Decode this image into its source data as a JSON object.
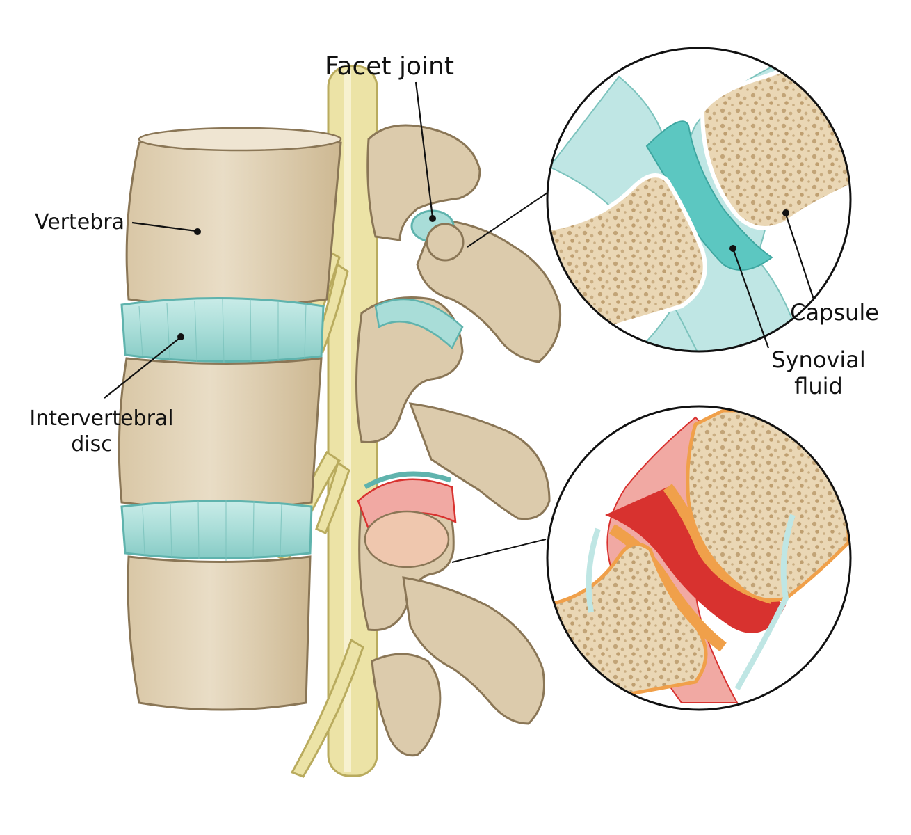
{
  "labels": {
    "facet_joint": "Facet joint",
    "vertebra": "Vertebra",
    "disc_line1": "Intervertebral",
    "disc_line2": "disc",
    "capsule": "Capsule",
    "synovial_line1": "Synovial",
    "synovial_line2": "fluid"
  },
  "colors": {
    "bone": "#e4d6bd",
    "bone_shadow": "#c9b694",
    "bone_outline": "#8a7656",
    "disc": "#a9ddd8",
    "disc_outline": "#5fb3ad",
    "nerve": "#ece3a6",
    "nerve_outline": "#b9ab5e",
    "synovial_fluid": "#5cc7c1",
    "capsule": "#bfe6e4",
    "spongy_bone": "#ead7b5",
    "pore": "#c2a477",
    "inflamed_red": "#d8322f",
    "inflamed_orange": "#f0a04a",
    "inflamed_pink": "#f1a9a3"
  }
}
